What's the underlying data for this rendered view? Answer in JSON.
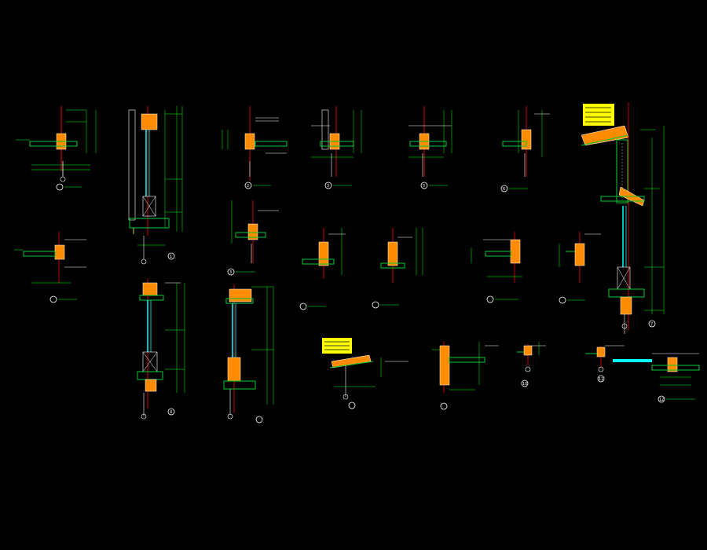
{
  "drawing": {
    "background": "#000000",
    "colors": {
      "dimension": "#00ff00",
      "structure": "#ffffff",
      "wall_fill": "#ff8c00",
      "glass": "#00ffff",
      "insulation": "#ffff00",
      "axis": "#ff0000",
      "hatch": "#00cc33",
      "frame": "#00e5e5"
    },
    "details": [
      {
        "id": "d-a",
        "number": "?",
        "kind": "sill"
      },
      {
        "id": "d-b",
        "number": "1",
        "kind": "window-tall"
      },
      {
        "id": "d-c",
        "number": "2",
        "kind": "sill"
      },
      {
        "id": "d-d",
        "number": "3",
        "kind": "sill"
      },
      {
        "id": "d-e",
        "number": "5",
        "kind": "sill"
      },
      {
        "id": "d-f",
        "number": "6",
        "kind": "sill"
      },
      {
        "id": "d-g",
        "number": "7",
        "kind": "facade-section"
      },
      {
        "id": "d-h",
        "number": "?",
        "kind": "cantilever"
      },
      {
        "id": "d-i",
        "number": "3",
        "kind": "sill-small"
      },
      {
        "id": "d-j",
        "number": "?",
        "kind": "parapet"
      },
      {
        "id": "d-k",
        "number": "?",
        "kind": "parapet"
      },
      {
        "id": "d-l",
        "number": "?",
        "kind": "eave"
      },
      {
        "id": "d-m",
        "number": "?",
        "kind": "eave"
      },
      {
        "id": "d-n",
        "number": "4",
        "kind": "window-tall"
      },
      {
        "id": "d-o",
        "number": "?",
        "kind": "window-tall"
      },
      {
        "id": "d-p",
        "number": "?",
        "kind": "roof-eave"
      },
      {
        "id": "d-q",
        "number": "?",
        "kind": "wall-foot"
      },
      {
        "id": "d-r",
        "number": "10",
        "kind": "small-node"
      },
      {
        "id": "d-s",
        "number": "11",
        "kind": "small-node"
      },
      {
        "id": "d-t",
        "number": "12",
        "kind": "plinth"
      }
    ]
  }
}
